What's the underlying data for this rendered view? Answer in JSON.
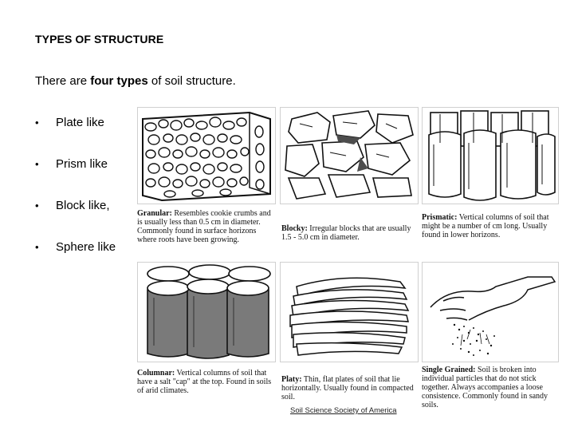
{
  "page": {
    "title": "TYPES OF STRUCTURE",
    "intro_before": "There are ",
    "intro_bold": "four types",
    "intro_after": " of soil structure."
  },
  "bullets": [
    {
      "marker": "•",
      "label": "Plate like"
    },
    {
      "marker": "•",
      "label": "Prism like"
    },
    {
      "marker": "•",
      "label": "Block like,"
    },
    {
      "marker": "•",
      "label": "Sphere like"
    }
  ],
  "figure": {
    "captions": {
      "granular": {
        "term": "Granular:",
        "text": " Resembles cookie crumbs and is usually less than 0.5 cm in diameter. Commonly found in surface horizons where roots have been growing."
      },
      "blocky": {
        "term": "Blocky:",
        "text": " Irregular blocks that are usually 1.5 - 5.0 cm in diameter."
      },
      "prismatic": {
        "term": "Prismatic:",
        "text": " Vertical columns of soil that might be a number of cm long. Usually found in lower horizons."
      },
      "columnar": {
        "term": "Columnar:",
        "text": " Vertical columns of soil that have a salt \"cap\" at the top. Found in soils of arid climates."
      },
      "platy": {
        "term": "Platy:",
        "text": " Thin, flat plates of soil that lie horizontally. Usually found in compacted soil."
      },
      "single_grained": {
        "term": "Single Grained:",
        "text": " Soil is broken into individual particles that do not stick together. Always accompanies a loose consistence. Commonly found in sandy soils."
      }
    },
    "credit": "Soil Science Society of America"
  },
  "colors": {
    "text": "#000000",
    "ink": "#1a1a1a",
    "column_fill": "#7a7a7a"
  }
}
